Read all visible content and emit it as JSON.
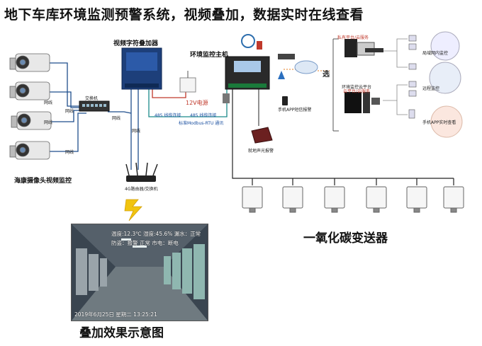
{
  "title": "地下车库环境监测预警系统，视频叠加，数据实时在线查看",
  "labels": {
    "overlay_device": "视频字符叠加器",
    "host": "环境监控主机",
    "switch": "交换机",
    "camera_group": "海康摄像头视频监控",
    "router": "4G路由器/交换机",
    "power": "12V电源",
    "rs485_a": "485 线缆连接",
    "rs485_b": "485 线缆连接",
    "modbus": "标准Modbus-RTU 通讯",
    "alarm": "就地声光报警",
    "co_sensor": "一氧化碳变送器",
    "overlay_effect": "叠加效果示意图",
    "select": "选",
    "net1": "网线",
    "net2": "网线",
    "net3": "网线",
    "net4": "网线",
    "net5": "网线",
    "net6": "网线",
    "server_private": "私有平台/云服务",
    "cloud_platform": "环境监控云平台",
    "cloud_sub": "云平台/云服务",
    "mobile_note": "手机APP短信报警",
    "right_a": "局域网内监控",
    "right_b": "远程监控",
    "right_c": "手机APP实时查看"
  },
  "overlay": {
    "line1": "温度:12.3℃ 湿度:45.6% 漏水：正常",
    "line2": "防盗：报警   正常 市电：断电",
    "date": "2019年6月25日  星期二  13:25:21"
  },
  "colors": {
    "accent_blue": "#1f4e8c",
    "cable_red": "#c0392b",
    "cable_teal": "#1a8a8a"
  }
}
